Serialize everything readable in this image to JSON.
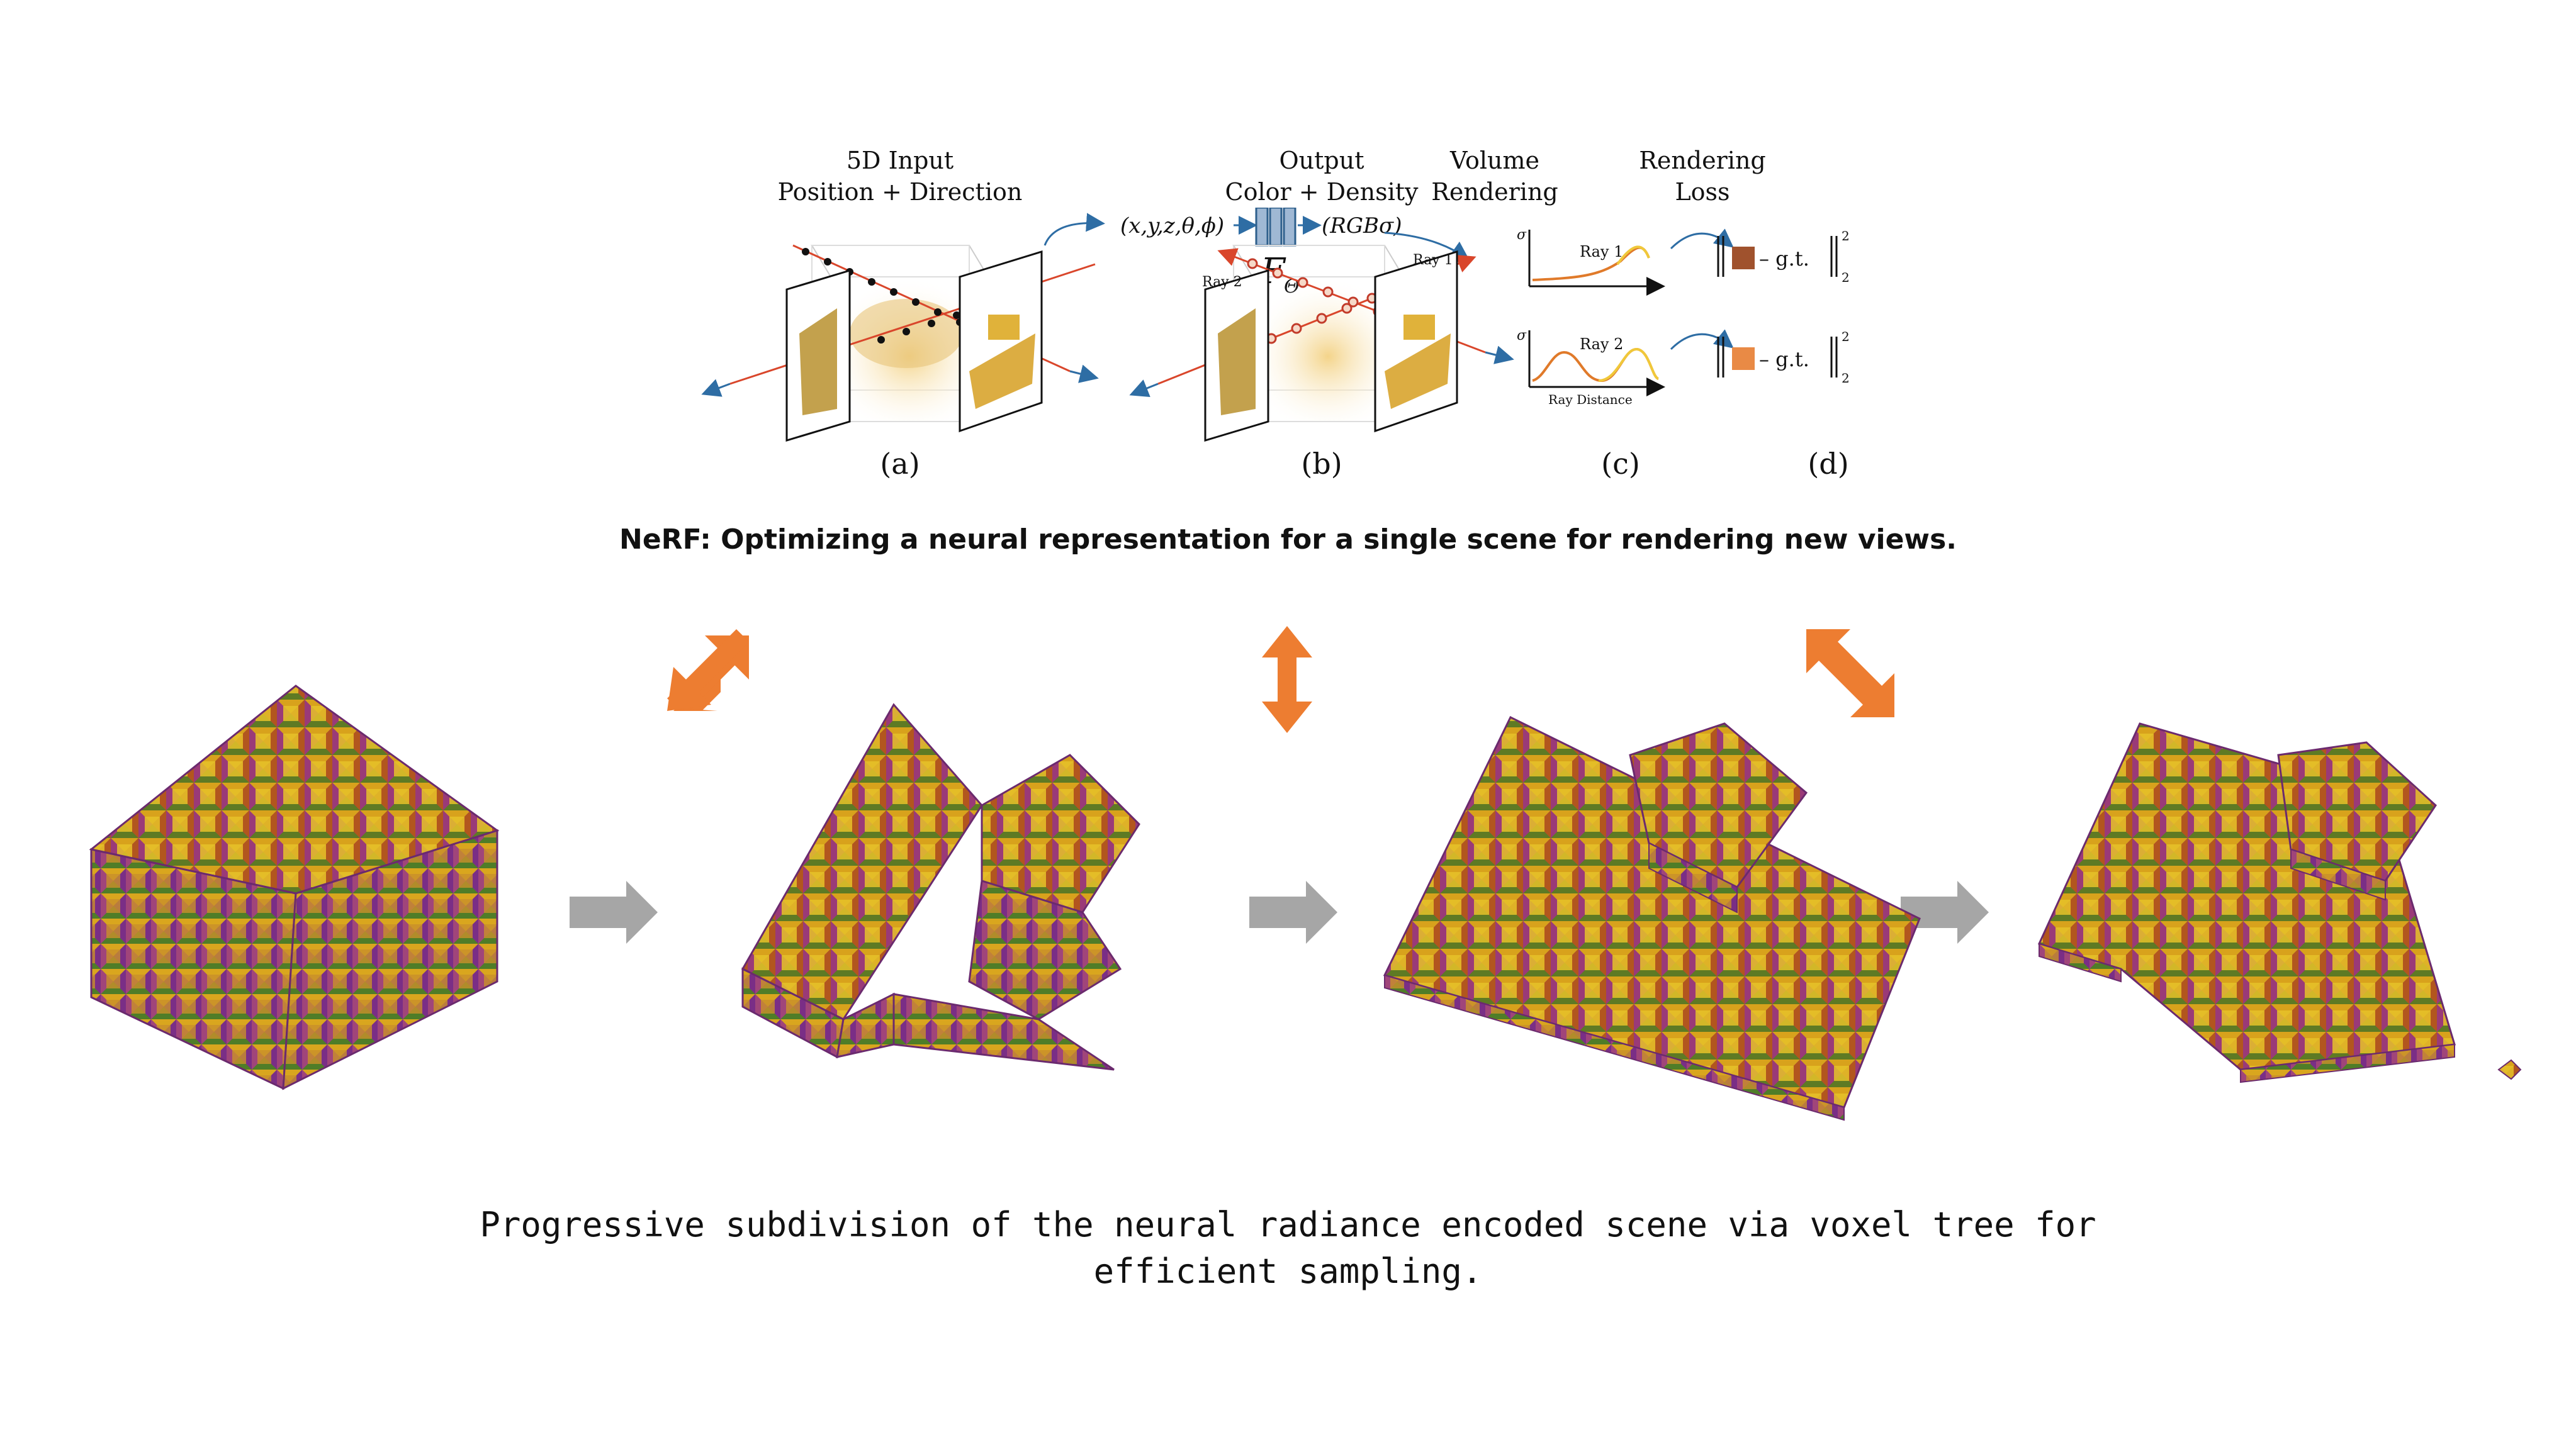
{
  "nerf_figure": {
    "panel_a": {
      "header_line1": "5D Input",
      "header_line2": "Position + Direction",
      "input_tuple": "(x,y,z,θ,ϕ)",
      "label": "(a)"
    },
    "network": {
      "symbol": "F",
      "subscript": "Θ"
    },
    "panel_b": {
      "header_line1": "Output",
      "header_line2": "Color + Density",
      "output_tuple": "(RGBσ)",
      "ray1": "Ray 1",
      "ray2": "Ray 2",
      "label": "(b)"
    },
    "panel_c": {
      "header_line1": "Volume",
      "header_line2": "Rendering",
      "sigma": "σ",
      "ray1": "Ray 1",
      "ray2": "Ray 2",
      "xlabel": "Ray Distance",
      "label": "(c)"
    },
    "panel_d": {
      "header_line1": "Rendering",
      "header_line2": "Loss",
      "gt": "– g.t.",
      "exp": "2",
      "sub": "2",
      "label": "(d)"
    }
  },
  "caption_top": "NeRF: Optimizing a neural representation for a single scene for rendering new views.",
  "caption_bottom_line1": "Progressive subdivision of the neural radiance encoded scene via voxel tree for",
  "caption_bottom_line2": "efficient sampling.",
  "colors": {
    "accent_orange": "#ED7D31",
    "arrow_gray": "#A6A6A6",
    "voxel_yellow": "#E2B419",
    "voxel_purple": "#8A2B8C",
    "voxel_green": "#4E8A2C",
    "ray_blue": "#2E6DA4",
    "ray_red": "#D9462B"
  }
}
